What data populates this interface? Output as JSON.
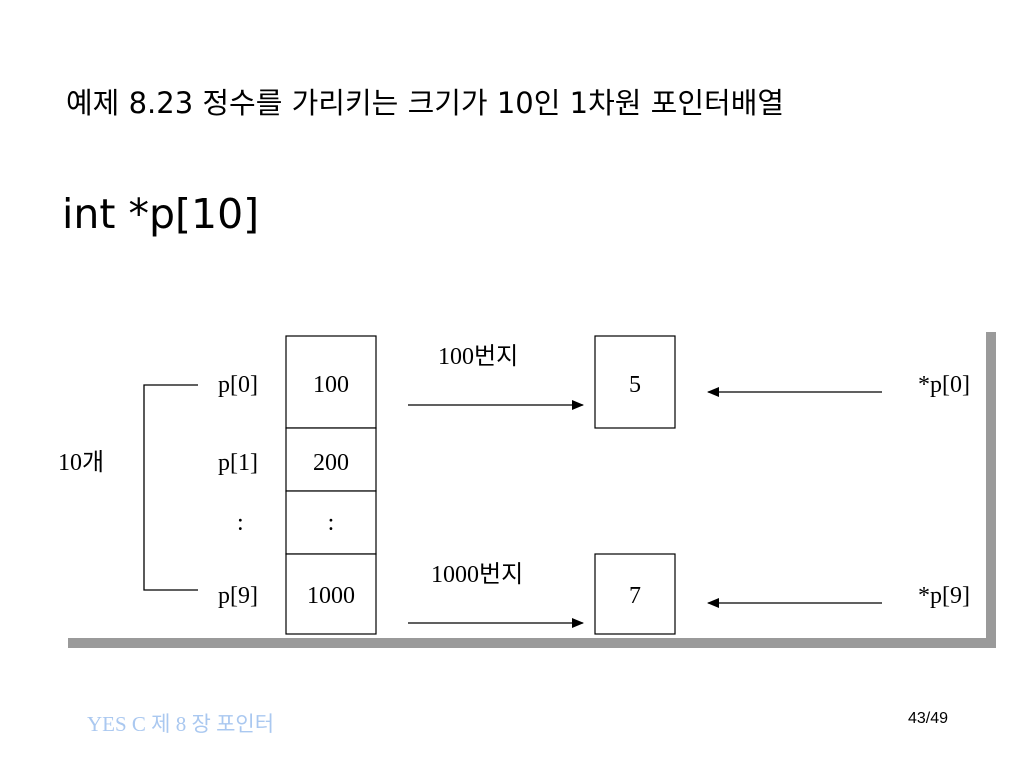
{
  "slide": {
    "title": "예제 8.23 정수를 가리키는 크기가 10인 1차원 포인터배열",
    "code": "int *p[10]"
  },
  "diagram": {
    "count_label": "10개",
    "rows": [
      {
        "name": "p[0]",
        "value": "100"
      },
      {
        "name": "p[1]",
        "value": "200"
      },
      {
        "name": "",
        "value": ":"
      },
      {
        "name": "p[9]",
        "value": "1000"
      }
    ],
    "ellipsis_name": ":",
    "targets": [
      {
        "address_label": "100번지",
        "value": "5",
        "deref": "*p[0]"
      },
      {
        "address_label": "1000번지",
        "value": "7",
        "deref": "*p[9]"
      }
    ]
  },
  "footer": {
    "left": "YES C  제 8 장 포인터",
    "page": "43/49"
  },
  "colors": {
    "footer_text": "#aac8f0",
    "frame_shadow": "#9a9a9a"
  }
}
